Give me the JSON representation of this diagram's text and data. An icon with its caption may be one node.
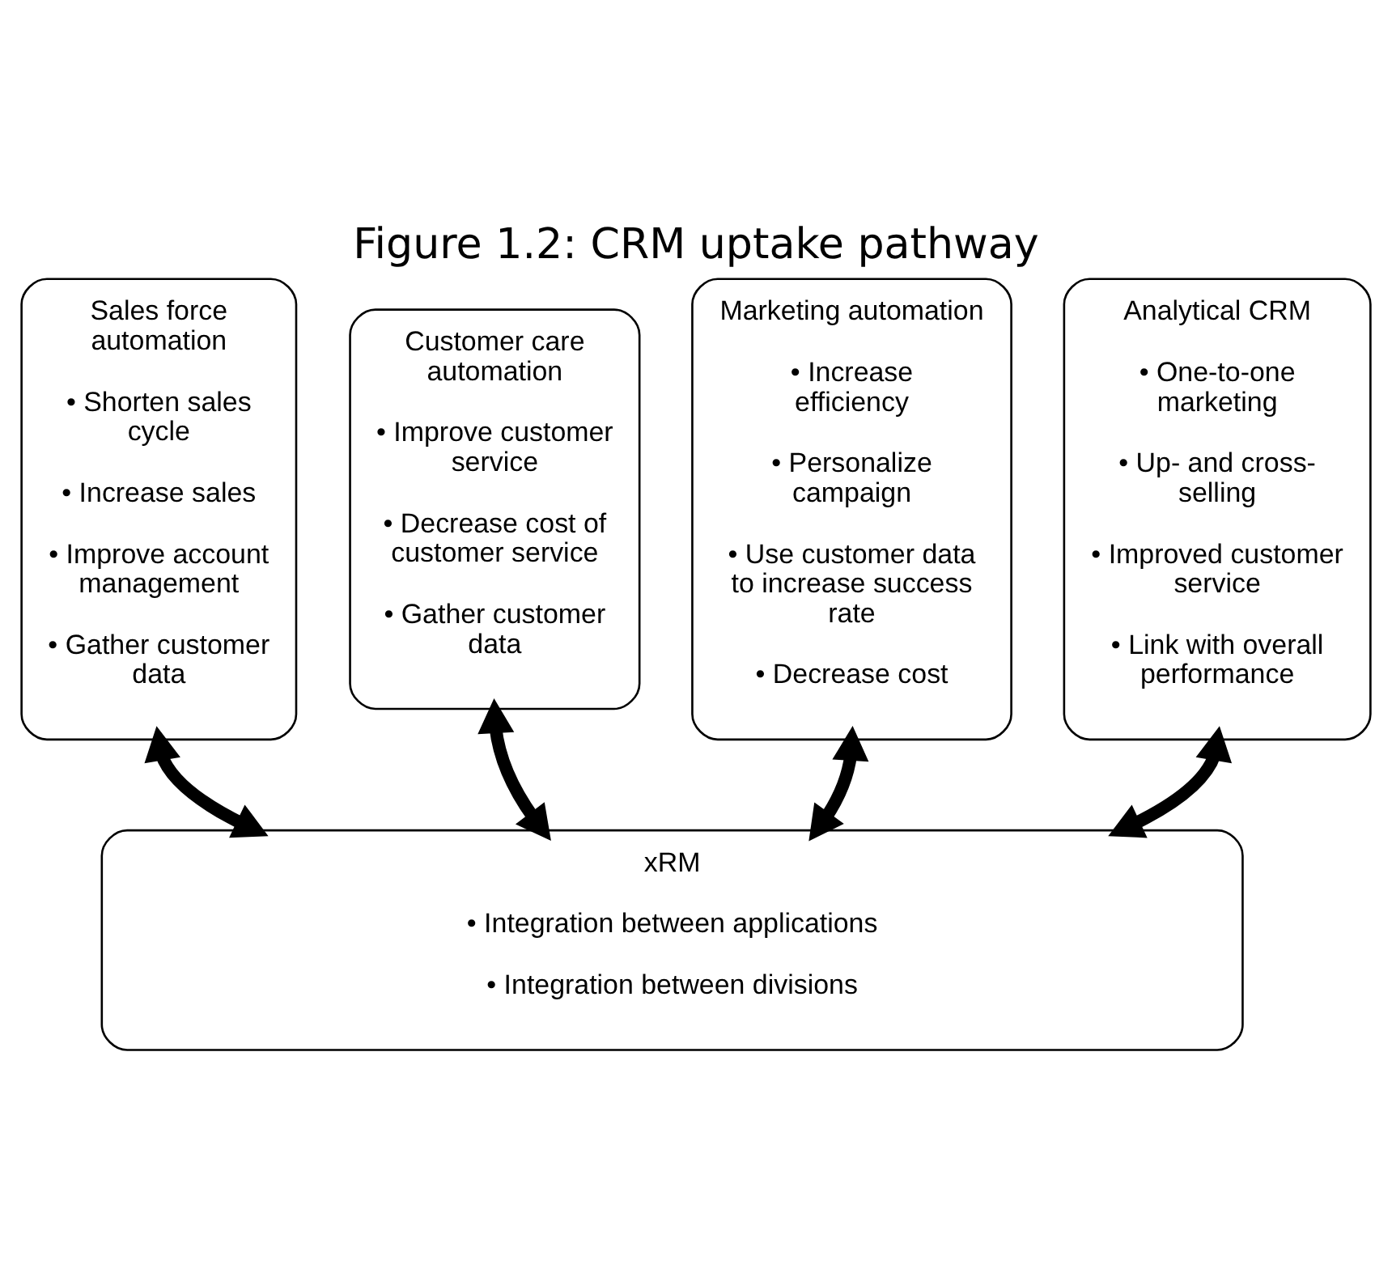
{
  "diagram": {
    "title": "Figure 1.2: CRM uptake pathway",
    "nodes": [
      {
        "text": [
          "Sales force automation",
          "• Shorten sales cycle",
          "• Increase sales",
          "• Improve account management",
          "• Gather customer data"
        ]
      },
      {
        "text": [
          "Customer care automation",
          "• Improve customer service",
          "• Decrease cost of customer service",
          "• Gather customer data"
        ]
      },
      {
        "text": [
          "Marketing automation",
          "• Increase efficiency",
          "• Personalize campaign",
          "• Use customer data to increase success rate",
          "• Decrease cost"
        ]
      },
      {
        "text": [
          "Analytical CRM",
          "• One-to-one marketing",
          "• Up- and cross-selling",
          "• Improved customer service",
          "• Link with overall performance"
        ]
      },
      {
        "text": [
          "xRM",
          "• Integration between applications",
          "• Integration between divisions"
        ]
      }
    ],
    "edges": [
      {
        "from": 0,
        "to": 4,
        "arrow": "both"
      },
      {
        "from": 1,
        "to": 4,
        "arrow": "both"
      },
      {
        "from": 2,
        "to": 4,
        "arrow": "both"
      },
      {
        "from": 3,
        "to": 4,
        "arrow": "both"
      }
    ]
  }
}
